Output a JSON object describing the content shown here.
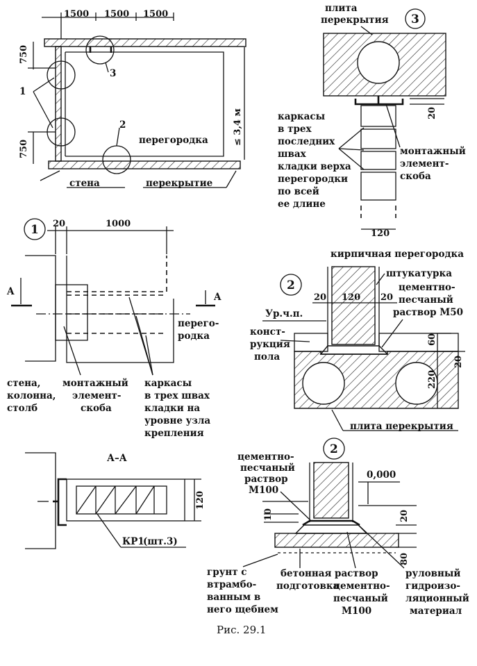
{
  "figure": {
    "caption": "Рис. 29.1"
  },
  "plan": {
    "dims_top": [
      "1500",
      "1500",
      "1500"
    ],
    "dims_left": [
      "750",
      "750"
    ],
    "height_dim": "≤ 3,4 м",
    "label_1": "1",
    "label_2": "2",
    "label_3": "3",
    "wall": "стена",
    "partition": "перегородка",
    "floor_slab": "перекрытие"
  },
  "detail3": {
    "number": "3",
    "slab_lines": [
      "плита",
      "перекрытия"
    ],
    "frames_lines": [
      "каркасы",
      "в трех",
      "последних",
      "швах",
      "кладки верха",
      "перегородки",
      "по всей",
      "ее длине"
    ],
    "bracket_lines": [
      "монтажный",
      "элемент-",
      "скоба"
    ],
    "dim_20": "20",
    "dim_120": "120"
  },
  "detail1": {
    "number": "1",
    "dim_20": "20",
    "dim_1000": "1000",
    "section_a_left": "A",
    "section_a_right": "A",
    "partition_lines": [
      "перего-",
      "родка"
    ],
    "wall_lines": [
      "стена,",
      "колонна,",
      "столб"
    ],
    "bracket_lines": [
      "монтажный",
      "элемент-",
      "скоба"
    ],
    "frames_lines": [
      "каркасы",
      "в трех швах",
      "кладки на",
      "уровне узла",
      "крепления"
    ]
  },
  "detail2_upper": {
    "number": "2",
    "brick_partition": "кирпичная перегородка",
    "plaster": "штукатурка",
    "mortar_lines": [
      "цементно-",
      "песчаный",
      "раствор М50"
    ],
    "level": "Ур.ч.п.",
    "floor_lines": [
      "конст-",
      "рукция",
      "пола"
    ],
    "dims_row": [
      "20",
      "120",
      "20"
    ],
    "dim_60": "60",
    "dim_20": "20",
    "dim_220": "220",
    "slab": "плита перекрытия"
  },
  "section_aa": {
    "title": "А–А",
    "dim_120": "120",
    "kr": "КР1",
    "kr_qty": "(шт.3)"
  },
  "detail2_lower": {
    "number": "2",
    "mortar_lines": [
      "цементно-",
      "песчаный",
      "раствор",
      "М100"
    ],
    "level": "0,000",
    "dim_10": "10",
    "dim_20": "20",
    "dim_80": "80",
    "soil_lines": [
      "грунт с",
      "втрамбо-",
      "ванным в",
      "него щебнем"
    ],
    "concrete_lines": [
      "бетонная",
      "подготовка"
    ],
    "mortar2_lines": [
      "раствор",
      "цементно-",
      "песчаный",
      "М100"
    ],
    "roll_lines": [
      "руловный",
      "гидроизо-",
      "ляционный",
      "материал"
    ]
  }
}
